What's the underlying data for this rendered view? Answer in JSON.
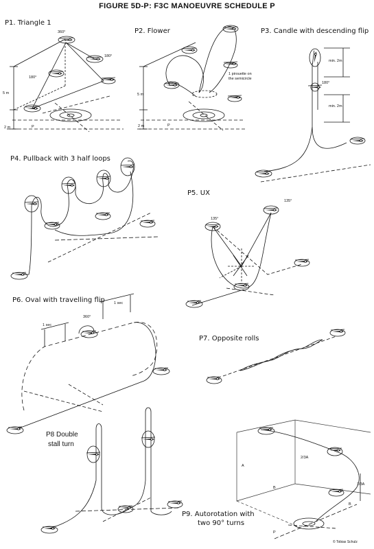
{
  "title": "FIGURE 5D-P: F3C MANOEUVRE SCHEDULE P",
  "panels": [
    {
      "id": "P1",
      "label": "P1. Triangle 1"
    },
    {
      "id": "P2",
      "label": "P2. Flower"
    },
    {
      "id": "P3",
      "label": "P3. Candle with descending flip"
    },
    {
      "id": "P4",
      "label": "P4. Pullback with 3 half loops"
    },
    {
      "id": "P5",
      "label": "P5. UX"
    },
    {
      "id": "P6",
      "label": "P6. Oval with travelling flip"
    },
    {
      "id": "P7",
      "label": "P7. Opposite rolls"
    },
    {
      "id": "P8a",
      "label": "P8 Double"
    },
    {
      "id": "P8b",
      "label": "stall turn"
    },
    {
      "id": "P9a",
      "label": "P9. Autorotation with"
    },
    {
      "id": "P9b",
      "label": "two 90° turns"
    }
  ],
  "annotations": {
    "p1_360": "360°",
    "p1_180a": "180°",
    "p1_180b": "180°",
    "p1_5m": "5 m",
    "p1_2m": "2 m",
    "p1_p": "P",
    "p2_pirouette_1": "1 pirouette on",
    "p2_pirouette_2": "the semicircle",
    "p2_5m": "5 m",
    "p2_2m": "2 m",
    "p2_p": "P",
    "p3_min2m_a": "min. 2m",
    "p3_min2m_b": "min. 2m",
    "p3_180": "180°",
    "p5_135a": "135°",
    "p5_135b": "135°",
    "p6_1sec_a": "1 sec",
    "p6_1sec_b": "1 sec",
    "p6_360": "360°",
    "p9_a": "A",
    "p9_23a": "2/3A",
    "p9_b1": "B",
    "p9_b2": "B",
    "p9_13a": "1/3A",
    "p9_p": "P"
  },
  "credit": "© Tobias Schulz"
}
